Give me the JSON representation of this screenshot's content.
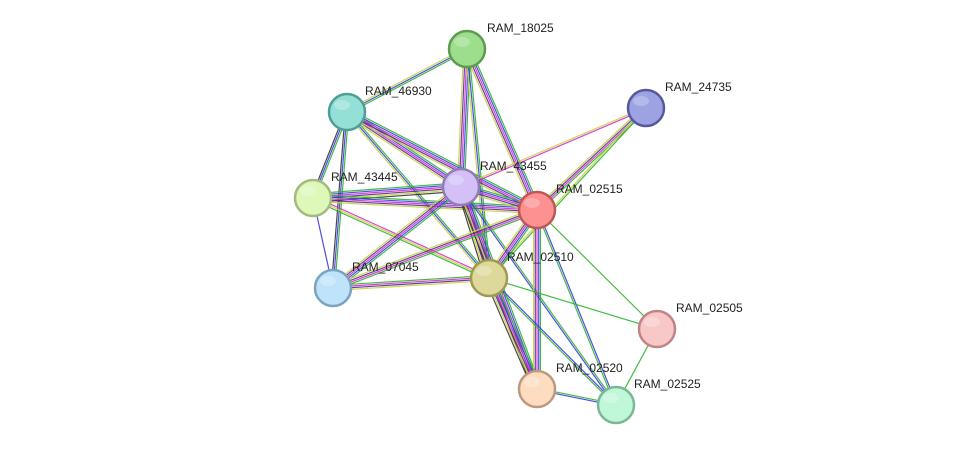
{
  "network": {
    "nodes": [
      {
        "id": "RAM_18025",
        "label": "RAM_18025",
        "color": "#9dde8c",
        "stroke": "#5e9a50"
      },
      {
        "id": "RAM_46930",
        "label": "RAM_46930",
        "color": "#94e0d6",
        "stroke": "#4f9e95"
      },
      {
        "id": "RAM_24735",
        "label": "RAM_24735",
        "color": "#9da2e3",
        "stroke": "#55599e"
      },
      {
        "id": "RAM_43445",
        "label": "RAM_43445",
        "color": "#ddf8b8",
        "stroke": "#a4bb7d"
      },
      {
        "id": "RAM_43455",
        "label": "RAM_43455",
        "color": "#d4c0f7",
        "stroke": "#8d7fb3"
      },
      {
        "id": "RAM_02515",
        "label": "RAM_02515",
        "color": "#fd9090",
        "stroke": "#c05757"
      },
      {
        "id": "RAM_07045",
        "label": "RAM_07045",
        "color": "#bfe3fb",
        "stroke": "#79a3c0"
      },
      {
        "id": "RAM_02510",
        "label": "RAM_02510",
        "color": "#ddd99a",
        "stroke": "#9e9a50"
      },
      {
        "id": "RAM_02505",
        "label": "RAM_02505",
        "color": "#f8c8c8",
        "stroke": "#bf8585"
      },
      {
        "id": "RAM_02520",
        "label": "RAM_02520",
        "color": "#fddcc0",
        "stroke": "#bb9a80"
      },
      {
        "id": "RAM_02525",
        "label": "RAM_02525",
        "color": "#c0f7d8",
        "stroke": "#79b796"
      }
    ],
    "edges": [
      {
        "source": "RAM_18025",
        "target": "RAM_46930",
        "evidence": [
          "green",
          "blue",
          "yellow"
        ]
      },
      {
        "source": "RAM_18025",
        "target": "RAM_43455",
        "evidence": [
          "green",
          "blue",
          "magenta",
          "purple",
          "yellow"
        ]
      },
      {
        "source": "RAM_18025",
        "target": "RAM_02515",
        "evidence": [
          "green",
          "blue",
          "magenta",
          "purple",
          "yellow"
        ]
      },
      {
        "source": "RAM_18025",
        "target": "RAM_02510",
        "evidence": [
          "green",
          "blue",
          "yellow"
        ]
      },
      {
        "source": "RAM_46930",
        "target": "RAM_43445",
        "evidence": [
          "green",
          "blue",
          "black"
        ]
      },
      {
        "source": "RAM_46930",
        "target": "RAM_43455",
        "evidence": [
          "green",
          "blue",
          "magenta",
          "purple",
          "yellow"
        ]
      },
      {
        "source": "RAM_46930",
        "target": "RAM_02515",
        "evidence": [
          "green",
          "blue",
          "magenta",
          "purple",
          "yellow"
        ]
      },
      {
        "source": "RAM_46930",
        "target": "RAM_07045",
        "evidence": [
          "green",
          "blue",
          "black"
        ]
      },
      {
        "source": "RAM_46930",
        "target": "RAM_02510",
        "evidence": [
          "green",
          "blue",
          "yellow"
        ]
      },
      {
        "source": "RAM_24735",
        "target": "RAM_43455",
        "evidence": [
          "magenta",
          "yellow"
        ]
      },
      {
        "source": "RAM_24735",
        "target": "RAM_02515",
        "evidence": [
          "green",
          "magenta",
          "purple",
          "yellow"
        ]
      },
      {
        "source": "RAM_24735",
        "target": "RAM_02510",
        "evidence": [
          "green",
          "yellow"
        ]
      },
      {
        "source": "RAM_43445",
        "target": "RAM_43455",
        "evidence": [
          "green",
          "blue",
          "magenta",
          "purple",
          "yellow",
          "black"
        ]
      },
      {
        "source": "RAM_43445",
        "target": "RAM_02515",
        "evidence": [
          "green",
          "blue",
          "magenta",
          "purple",
          "yellow"
        ]
      },
      {
        "source": "RAM_43445",
        "target": "RAM_07045",
        "evidence": [
          "blue"
        ]
      },
      {
        "source": "RAM_43445",
        "target": "RAM_02510",
        "evidence": [
          "magenta",
          "yellow",
          "green"
        ]
      },
      {
        "source": "RAM_43455",
        "target": "RAM_02515",
        "evidence": [
          "green",
          "blue",
          "magenta",
          "purple",
          "yellow"
        ]
      },
      {
        "source": "RAM_43455",
        "target": "RAM_07045",
        "evidence": [
          "green",
          "blue",
          "magenta",
          "purple",
          "yellow"
        ]
      },
      {
        "source": "RAM_43455",
        "target": "RAM_02510",
        "evidence": [
          "green",
          "blue",
          "magenta",
          "purple",
          "yellow",
          "black"
        ]
      },
      {
        "source": "RAM_43455",
        "target": "RAM_02520",
        "evidence": [
          "green",
          "blue",
          "magenta",
          "purple",
          "yellow",
          "black"
        ]
      },
      {
        "source": "RAM_43455",
        "target": "RAM_02525",
        "evidence": [
          "green",
          "blue"
        ]
      },
      {
        "source": "RAM_02515",
        "target": "RAM_07045",
        "evidence": [
          "green",
          "magenta",
          "purple",
          "yellow"
        ]
      },
      {
        "source": "RAM_02515",
        "target": "RAM_02510",
        "evidence": [
          "green",
          "blue",
          "magenta",
          "purple",
          "yellow"
        ]
      },
      {
        "source": "RAM_02515",
        "target": "RAM_02520",
        "evidence": [
          "green",
          "blue",
          "magenta",
          "purple",
          "yellow"
        ]
      },
      {
        "source": "RAM_02515",
        "target": "RAM_02525",
        "evidence": [
          "blue",
          "green"
        ]
      },
      {
        "source": "RAM_02515",
        "target": "RAM_02505",
        "evidence": [
          "green"
        ]
      },
      {
        "source": "RAM_07045",
        "target": "RAM_02510",
        "evidence": [
          "green",
          "magenta",
          "purple",
          "yellow"
        ]
      },
      {
        "source": "RAM_02510",
        "target": "RAM_02520",
        "evidence": [
          "green",
          "blue",
          "magenta",
          "purple",
          "yellow",
          "black"
        ]
      },
      {
        "source": "RAM_02510",
        "target": "RAM_02525",
        "evidence": [
          "blue",
          "green"
        ]
      },
      {
        "source": "RAM_02510",
        "target": "RAM_02505",
        "evidence": [
          "green"
        ]
      },
      {
        "source": "RAM_02520",
        "target": "RAM_02525",
        "evidence": [
          "green",
          "blue"
        ]
      },
      {
        "source": "RAM_02525",
        "target": "RAM_02505",
        "evidence": [
          "green"
        ]
      }
    ],
    "evidence_colors": {
      "green": "#2db42d",
      "blue": "#3a3ae6",
      "magenta": "#d32fd3",
      "purple": "#5a2d8c",
      "yellow": "#c8d23c",
      "black": "#333333"
    }
  }
}
